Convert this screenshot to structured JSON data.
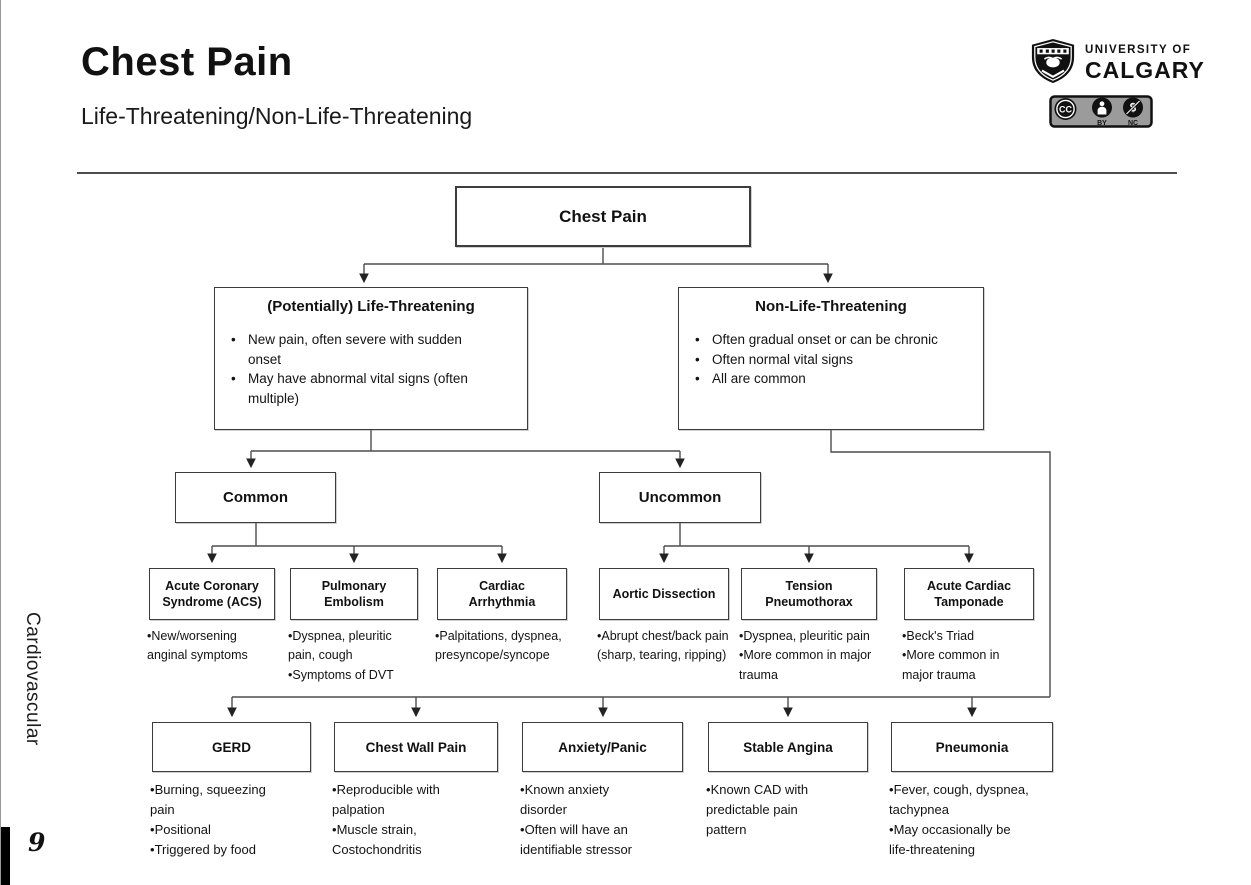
{
  "header": {
    "title": "Chest Pain",
    "subtitle": "Life-Threatening/Non-Life-Threatening",
    "logo": {
      "line1": "UNIVERSITY OF",
      "line2": "CALGARY"
    },
    "license": {
      "cc_label": "CC",
      "by_label": "BY",
      "nc_label": "NC"
    }
  },
  "sidebar": {
    "section": "Cardiovascular",
    "page_number": "9"
  },
  "flowchart": {
    "root": {
      "label": "Chest Pain"
    },
    "branches": [
      {
        "title": "(Potentially) Life-Threatening",
        "bullets": [
          "New pain, often severe with sudden onset",
          "May have abnormal vital signs (often multiple)"
        ]
      },
      {
        "title": "Non-Life-Threatening",
        "bullets": [
          "Often gradual onset or can be chronic",
          "Often normal vital signs",
          "All are common"
        ]
      }
    ],
    "frequency": [
      {
        "label": "Common"
      },
      {
        "label": "Uncommon"
      }
    ],
    "threatening_causes": [
      {
        "title": "Acute Coronary Syndrome (ACS)",
        "bullets": [
          "New/worsening anginal symptoms"
        ]
      },
      {
        "title": "Pulmonary Embolism",
        "bullets": [
          "Dyspnea, pleuritic pain, cough",
          "Symptoms of DVT"
        ]
      },
      {
        "title": "Cardiac Arrhythmia",
        "bullets": [
          "Palpitations, dyspnea, presyncope/syncope"
        ]
      },
      {
        "title": "Aortic Dissection",
        "bullets": [
          "Abrupt chest/back pain (sharp, tearing, ripping)"
        ]
      },
      {
        "title": "Tension Pneumothorax",
        "bullets": [
          "Dyspnea, pleuritic pain",
          "More common in major trauma"
        ]
      },
      {
        "title": "Acute Cardiac Tamponade",
        "bullets": [
          "Beck's Triad",
          "More common in major trauma"
        ]
      }
    ],
    "non_threatening_causes": [
      {
        "title": "GERD",
        "bullets": [
          "Burning, squeezing pain",
          "Positional",
          "Triggered by food"
        ]
      },
      {
        "title": "Chest Wall Pain",
        "bullets": [
          "Reproducible with palpation",
          "Muscle strain, Costochondritis"
        ]
      },
      {
        "title": "Anxiety/Panic",
        "bullets": [
          "Known anxiety disorder",
          "Often will have an identifiable stressor"
        ]
      },
      {
        "title": "Stable Angina",
        "bullets": [
          "Known CAD with predictable pain pattern"
        ]
      },
      {
        "title": "Pneumonia",
        "bullets": [
          "Fever, cough, dyspnea, tachypnea",
          "May occasionally be life-threatening"
        ]
      }
    ]
  },
  "colors": {
    "box_border": "#3d3d3d",
    "connector": "#4d4d4d",
    "text": "#111111",
    "license_badge_bg": "#9b9b9b",
    "accent_black": "#000000"
  }
}
